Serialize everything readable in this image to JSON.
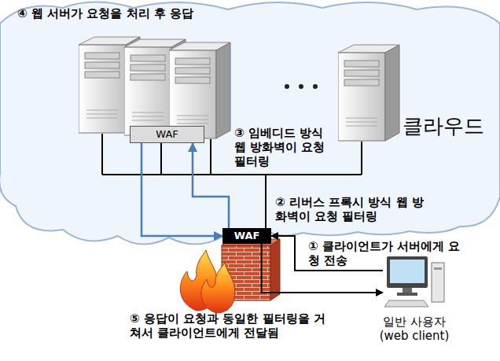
{
  "diagram": {
    "nodes": [
      {
        "text": [
          "④ 웹 서버가 요청을 처리 후 응답",
          "클라우드"
        ]
      },
      {
        "text": [
          "WAF"
        ],
        "in": 0
      },
      {
        "text": [
          "WAF"
        ]
      },
      {
        "text": [
          "일반 사용자 (web client)"
        ]
      }
    ],
    "edges": [
      {
        "from": 3,
        "to": 2,
        "arrow": "to"
      },
      {
        "from": 2,
        "to": 3,
        "arrow": "to"
      },
      {
        "from": 2,
        "to": 1,
        "arrow": "to"
      },
      {
        "from": 1,
        "to": 2,
        "arrow": "to"
      }
    ],
    "labels": [
      "③ 임베디드 방식 웹 방화벽이 요청 필터링",
      "② 리버스 프록시 방식 웹 방화벽이 요청 필터링",
      "① 클라이언트가 서버에게 요청 전송",
      "⑤ 응답이 요청과 동일한 필터링을 거쳐서 클라이언트에게 전달됨"
    ]
  }
}
